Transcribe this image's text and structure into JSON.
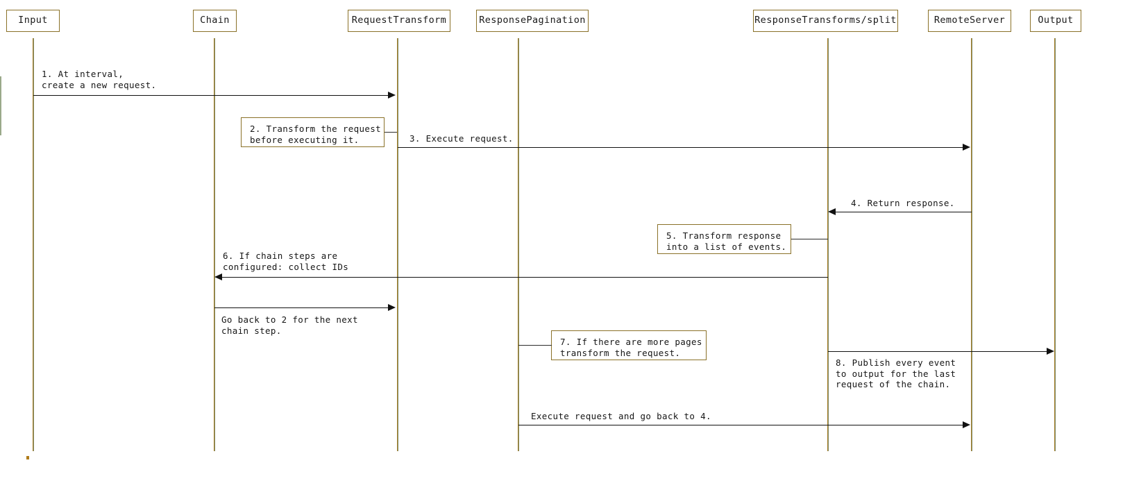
{
  "diagram": {
    "type": "sequence-diagram",
    "title": "",
    "colors": {
      "participant_border": "#8a7128",
      "lifeline": "#7f8c6a",
      "lifeline_accent": "#b07c1b",
      "note_border": "#8a7128",
      "arrow": "#111111",
      "background": "#ffffff",
      "text": "#161616"
    },
    "participants": [
      {
        "id": "input",
        "label": "Input"
      },
      {
        "id": "chain",
        "label": "Chain"
      },
      {
        "id": "request_transform",
        "label": "RequestTransform"
      },
      {
        "id": "response_pagination",
        "label": "ResponsePagination"
      },
      {
        "id": "response_transforms_split",
        "label": "ResponseTransforms/split"
      },
      {
        "id": "remote_server",
        "label": "RemoteServer"
      },
      {
        "id": "output",
        "label": "Output"
      }
    ],
    "messages": [
      {
        "id": "msg-1",
        "number": "1",
        "from": "input",
        "to": "request_transform",
        "direction": "right",
        "label": "1. At interval,\ncreate a new request.",
        "line1": "1. At interval,",
        "line2": "create a new request."
      },
      {
        "id": "msg-3",
        "number": "3",
        "from": "request_transform",
        "to": "remote_server",
        "direction": "right",
        "label": "3. Execute request.",
        "line1": "3. Execute request.",
        "line2": ""
      },
      {
        "id": "msg-4",
        "number": "4",
        "from": "remote_server",
        "to": "response_transforms_split",
        "direction": "left",
        "label": "4. Return response.",
        "line1": "4. Return response.",
        "line2": ""
      },
      {
        "id": "msg-6",
        "number": "6",
        "from": "response_transforms_split",
        "to": "chain",
        "direction": "left",
        "label": "6. If chain steps are\nconfigured: collect IDs",
        "line1": "6. If chain steps are",
        "line2": "configured: collect IDs"
      },
      {
        "id": "msg-goback2",
        "number": "",
        "from": "chain",
        "to": "request_transform",
        "direction": "right",
        "label": "Go back to 2 for the next\nchain step.",
        "line1": "Go back to 2 for the next",
        "line2": "chain step."
      },
      {
        "id": "msg-8",
        "number": "8",
        "from": "response_transforms_split",
        "to": "output",
        "direction": "right",
        "label": "8. Publish every event\nto output for the last\nrequest of the chain.",
        "line1": "8. Publish every event",
        "line2": "to output for the last",
        "line3": "request of the chain."
      },
      {
        "id": "msg-exec-goback4",
        "number": "",
        "from": "response_pagination",
        "to": "remote_server",
        "direction": "right",
        "label": "Execute request and go back to 4.",
        "line1": "Execute request and go back to 4.",
        "line2": ""
      }
    ],
    "notes": [
      {
        "id": "note-2",
        "number": "2",
        "attached_to": "request_transform",
        "label": "2. Transform the request\nbefore executing it.",
        "line1": "2. Transform the request",
        "line2": "before executing it."
      },
      {
        "id": "note-5",
        "number": "5",
        "attached_to": "response_transforms_split",
        "label": "5. Transform response\ninto a list of events.",
        "line1": "5. Transform response",
        "line2": "into a list of events."
      },
      {
        "id": "note-7",
        "number": "7",
        "attached_to": "response_pagination",
        "label": "7. If there are more pages\ntransform the request.",
        "line1": "7. If there are more pages",
        "line2": "transform the request."
      }
    ]
  }
}
